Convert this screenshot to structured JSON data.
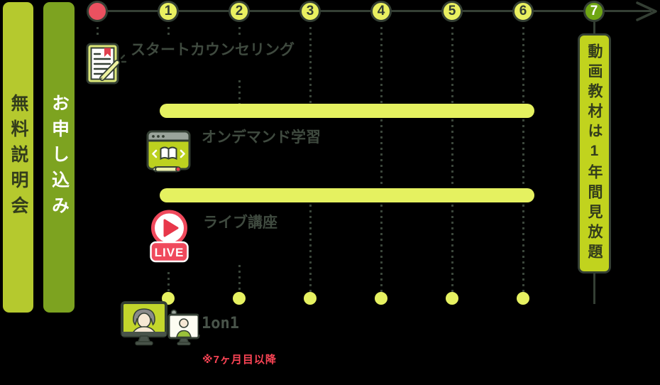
{
  "left_bars": [
    {
      "label": "無料説明会"
    },
    {
      "label": "お申し込み"
    }
  ],
  "timeline": {
    "months": [
      "1",
      "2",
      "3",
      "4",
      "5",
      "6",
      "7"
    ]
  },
  "rows": {
    "start_counseling": {
      "label": "スタートカウンセリング",
      "icon": "clipboard-pencil-icon"
    },
    "ondemand": {
      "label": "オンデマンド学習",
      "icon": "browser-book-icon"
    },
    "live": {
      "label": "ライブ講座",
      "badge": "LIVE",
      "icon": "live-play-icon"
    },
    "one_on_one": {
      "label": "1on1",
      "note": "※7ヶ月目以降",
      "icon": "video-call-icon",
      "session_count": 6
    }
  },
  "right_box": {
    "label": "動画教材は1年間見放題"
  },
  "colors": {
    "background": "#000000",
    "dark_line": "#343f34",
    "label_text": "#3f4a3f",
    "step_circle_yellow": "#e9f060",
    "step7_green": "#6fa613",
    "start_marker_red": "#ea5160",
    "duration_bar_yellow": "#e5f160",
    "free_session_banner": "#b5c92e",
    "free_session_text": "#333d1c",
    "application_banner": "#7da320",
    "application_text": "#ffffff",
    "right_box_bg": "#c1d31e",
    "session_dot_yellow": "#e6f161",
    "note_red": "#fb4455",
    "live_red": "#f0495c"
  }
}
